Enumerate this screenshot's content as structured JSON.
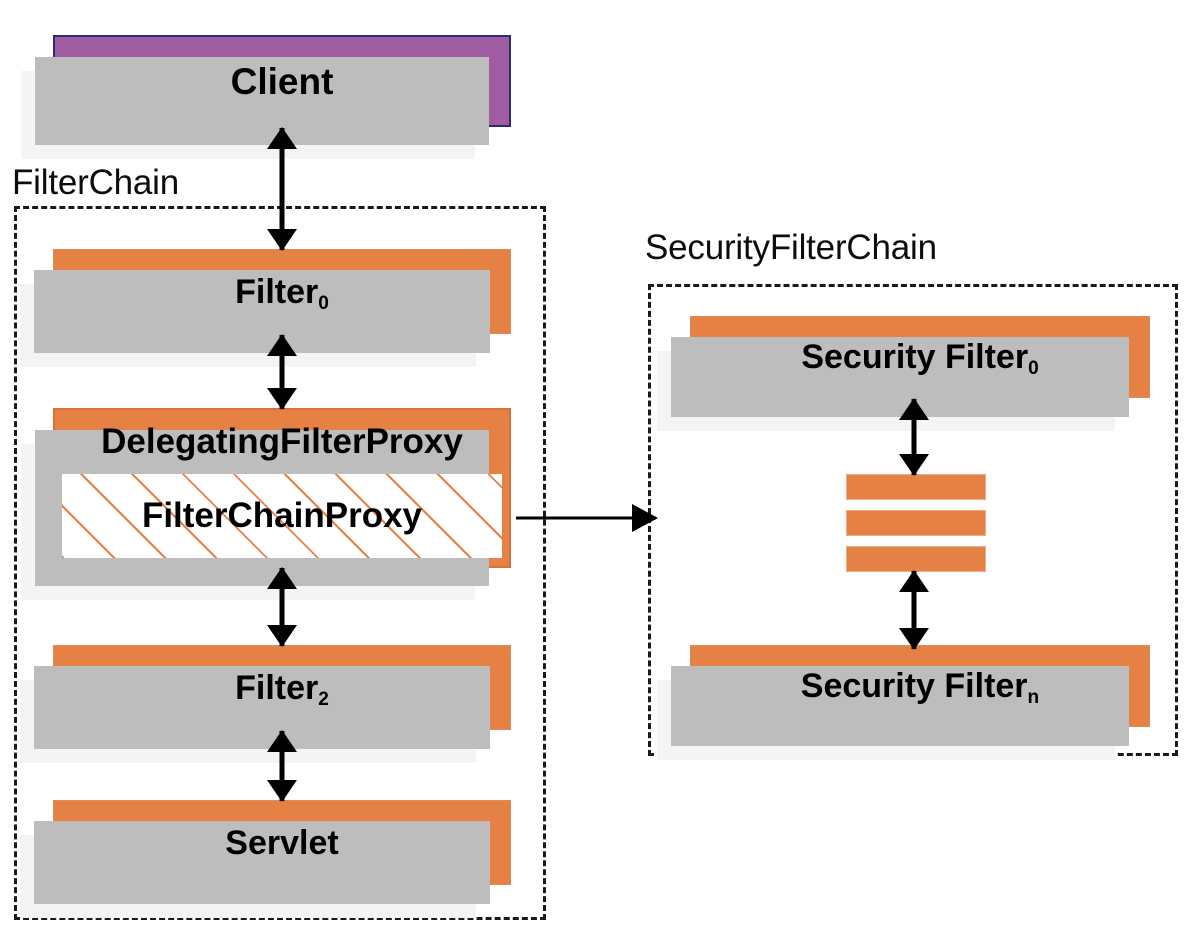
{
  "diagram": {
    "title": "Spring Security FilterChainProxy delegation diagram",
    "colors": {
      "filter_fill": "#E58145",
      "client_fill": "#A05CA0",
      "client_border": "#2B2B7A",
      "shadow": "#BDBDBD",
      "outline": "#1A1A1A",
      "hatch_line": "#E58145",
      "hatch_bg": "#FFFFFF"
    },
    "groups": [
      {
        "id": "filter-chain",
        "label": "FilterChain",
        "style": "dashed"
      },
      {
        "id": "security-filter-chain",
        "label": "SecurityFilterChain",
        "style": "dashed"
      }
    ],
    "nodes": {
      "client": {
        "label": "Client",
        "fill": "#A05CA0",
        "shape": "rect"
      },
      "filter0": {
        "label": "Filter",
        "subscript": "0",
        "fill": "#E58145",
        "shape": "rect"
      },
      "delegating_filter_proxy": {
        "label": "DelegatingFilterProxy",
        "fill": "#E58145",
        "shape": "rect"
      },
      "filter_chain_proxy": {
        "label": "FilterChainProxy",
        "fill": "#FFFFFF",
        "shape": "hatched-rect"
      },
      "filter2": {
        "label": "Filter",
        "subscript": "2",
        "fill": "#E58145",
        "shape": "rect"
      },
      "servlet": {
        "label": "Servlet",
        "fill": "#E58145",
        "shape": "rect"
      },
      "security_filter0": {
        "label": "Security Filter",
        "subscript": "0",
        "fill": "#E58145",
        "shape": "rect"
      },
      "security_filter_n": {
        "label": "Security Filter",
        "subscript": "n",
        "fill": "#E58145",
        "shape": "rect"
      },
      "ellipsis_bars": {
        "label": "",
        "count": 3,
        "fill": "#E58145",
        "shape": "bar-stack"
      }
    },
    "edges": [
      {
        "from": "filter0",
        "to": "client",
        "type": "bidirectional-vertical"
      },
      {
        "from": "delegating_filter_proxy",
        "to": "filter0",
        "type": "bidirectional-vertical"
      },
      {
        "from": "filter2",
        "to": "delegating_filter_proxy",
        "type": "bidirectional-vertical"
      },
      {
        "from": "servlet",
        "to": "filter2",
        "type": "bidirectional-vertical"
      },
      {
        "from": "filter_chain_proxy",
        "to": "security-filter-chain",
        "type": "directed-horizontal"
      },
      {
        "from": "ellipsis_bars",
        "to": "security_filter0",
        "type": "bidirectional-vertical"
      },
      {
        "from": "security_filter_n",
        "to": "ellipsis_bars",
        "type": "bidirectional-vertical"
      }
    ]
  }
}
